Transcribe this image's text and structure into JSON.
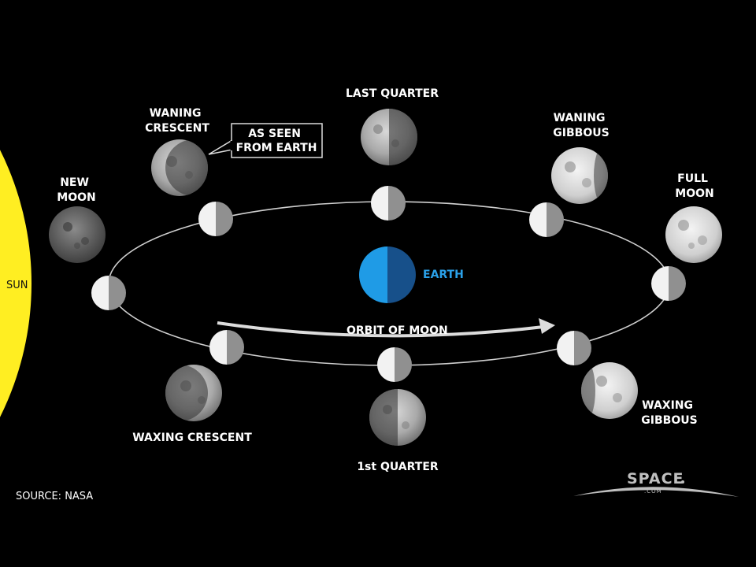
{
  "labels": {
    "sun": "SUN",
    "earth": "EARTH",
    "orbit": "ORBIT OF MOON",
    "callout_line1": "AS SEEN",
    "callout_line2": "FROM EARTH",
    "source": "SOURCE: NASA",
    "logo_main": "SPACE",
    "logo_sub": ".COM"
  },
  "phases": [
    {
      "id": "new-moon",
      "line1": "NEW",
      "line2": "MOON",
      "lit_fraction": 0.0
    },
    {
      "id": "waning-crescent",
      "line1": "WANING",
      "line2": "CRESCENT",
      "lit_fraction": 0.25
    },
    {
      "id": "last-quarter",
      "line1": "LAST QUARTER",
      "line2": "",
      "lit_fraction": 0.5
    },
    {
      "id": "waning-gibbous",
      "line1": "WANING",
      "line2": "GIBBOUS",
      "lit_fraction": 0.75
    },
    {
      "id": "full-moon",
      "line1": "FULL",
      "line2": "MOON",
      "lit_fraction": 1.0
    },
    {
      "id": "waxing-gibbous",
      "line1": "WAXING",
      "line2": "GIBBOUS",
      "lit_fraction": 0.75
    },
    {
      "id": "first-quarter",
      "line1": "1st QUARTER",
      "line2": "",
      "lit_fraction": 0.5
    },
    {
      "id": "waxing-crescent",
      "line1": "WAXING CRESCENT",
      "line2": "",
      "lit_fraction": 0.25
    }
  ],
  "colors": {
    "sun": "#ffee22",
    "earth_lit": "#1f9be6",
    "earth_dark": "#17508a",
    "moon_lit": "#f2f2f2",
    "moon_dark": "#909090",
    "orbit": "#cfcfcf"
  }
}
